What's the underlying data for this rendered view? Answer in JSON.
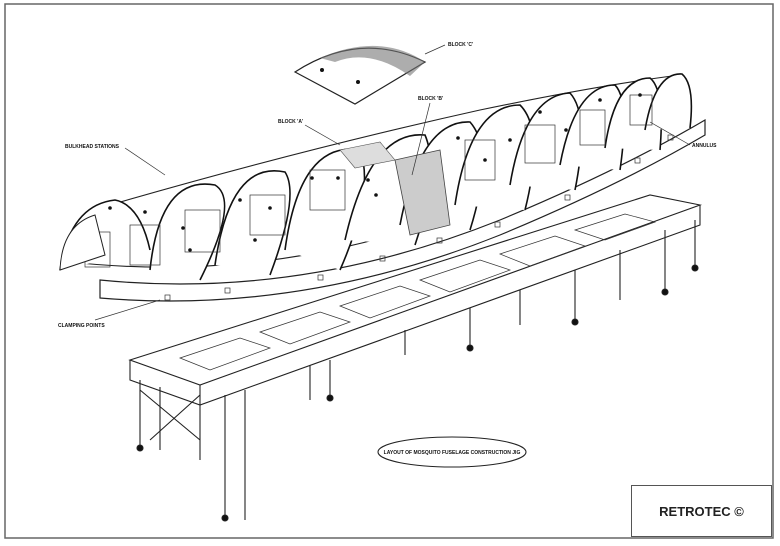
{
  "drawing": {
    "labels": {
      "block_top": "BLOCK 'C'",
      "block_left": "BLOCK 'A'",
      "block_right": "BLOCK 'B'",
      "bulkhead_stations": "BULKHEAD STATIONS",
      "annulus": "ANNULUS",
      "clamping_points": "CLAMPING POINTS"
    },
    "caption": "LAYOUT OF MOSQUITO FUSELAGE CONSTRUCTION JIG",
    "title_block": "RETROTEC ©"
  }
}
